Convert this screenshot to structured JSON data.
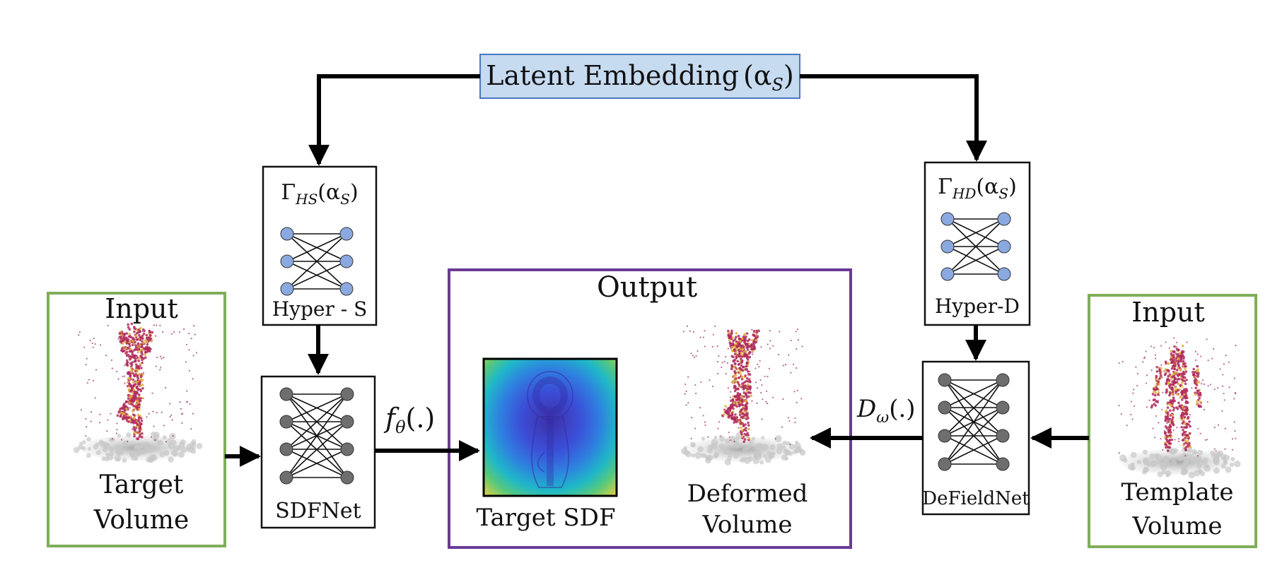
{
  "latent": {
    "text": "Latent Embedding",
    "symbol": "(α",
    "sub": "S",
    "close": ")"
  },
  "hyper_s": {
    "gamma": "Γ",
    "sub": "HS",
    "arg": "(α",
    "argsub": "S",
    "close": ")",
    "label": "Hyper - S"
  },
  "hyper_d": {
    "gamma": "Γ",
    "sub": "HD",
    "arg": "(α",
    "argsub": "S",
    "close": ")",
    "label": "Hyper-D"
  },
  "sdfnet": {
    "label": "SDFNet",
    "func": "f",
    "sub": "θ",
    "args": "(.)"
  },
  "defieldnet": {
    "label": "DeFieldNet",
    "func": "D",
    "sub": "ω",
    "args": "(.)"
  },
  "output": {
    "title": "Output",
    "sdf_label": "Target SDF",
    "deformed_line1": "Deformed",
    "deformed_line2": "Volume"
  },
  "input_left": {
    "title": "Input",
    "line1": "Target",
    "line2": "Volume"
  },
  "input_right": {
    "title": "Input",
    "line1": "Template",
    "line2": "Volume"
  },
  "colors": {
    "latent_fill": "#c6daf0",
    "latent_stroke": "#4a78c0",
    "input_border": "#7fae5a",
    "output_border": "#6a3a96",
    "node_blue": "#8aa9e0",
    "node_gray": "#6e6e6e",
    "point_red": "#b02a5c"
  }
}
